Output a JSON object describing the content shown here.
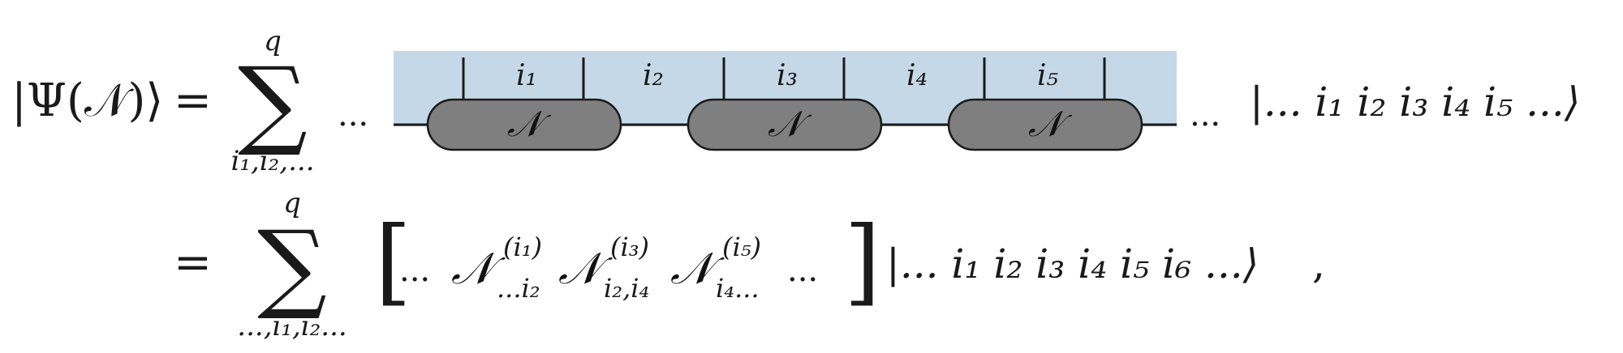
{
  "row1": {
    "lhs": "|Ψ(𝒩)⟩",
    "equals": "=",
    "sum": "∑",
    "sum_upper": "q",
    "sum_lower": "i₁,i₂,...",
    "left_dots": "...",
    "right_dots": "...",
    "ket": "|... i₁ i₂ i₃ i₄ i₅ ...⟩"
  },
  "diagram": {
    "band_color": "#c5d8e7",
    "node_color": "#7f7f7f",
    "node_label": "𝒩",
    "legs": [
      {
        "label": "i₁"
      },
      {
        "label": "i₂"
      },
      {
        "label": "i₃"
      },
      {
        "label": "i₄"
      },
      {
        "label": "i₅"
      }
    ]
  },
  "row2": {
    "equals": "=",
    "sum": "∑",
    "sum_upper": "q",
    "sum_lower": "...,i₁,i₂...",
    "bracket_open": "[",
    "leading_dots": "...",
    "terms": [
      {
        "base": "𝒩",
        "sup": "(i₁)",
        "sub": "...i₂"
      },
      {
        "base": "𝒩",
        "sup": "(i₃)",
        "sub": "i₂,i₄"
      },
      {
        "base": "𝒩",
        "sup": "(i₅)",
        "sub": "i₄..."
      }
    ],
    "trailing_dots": "...",
    "bracket_close": "]",
    "ket": "|... i₁ i₂ i₃ i₄ i₅ i₆ ...⟩",
    "comma": ","
  }
}
